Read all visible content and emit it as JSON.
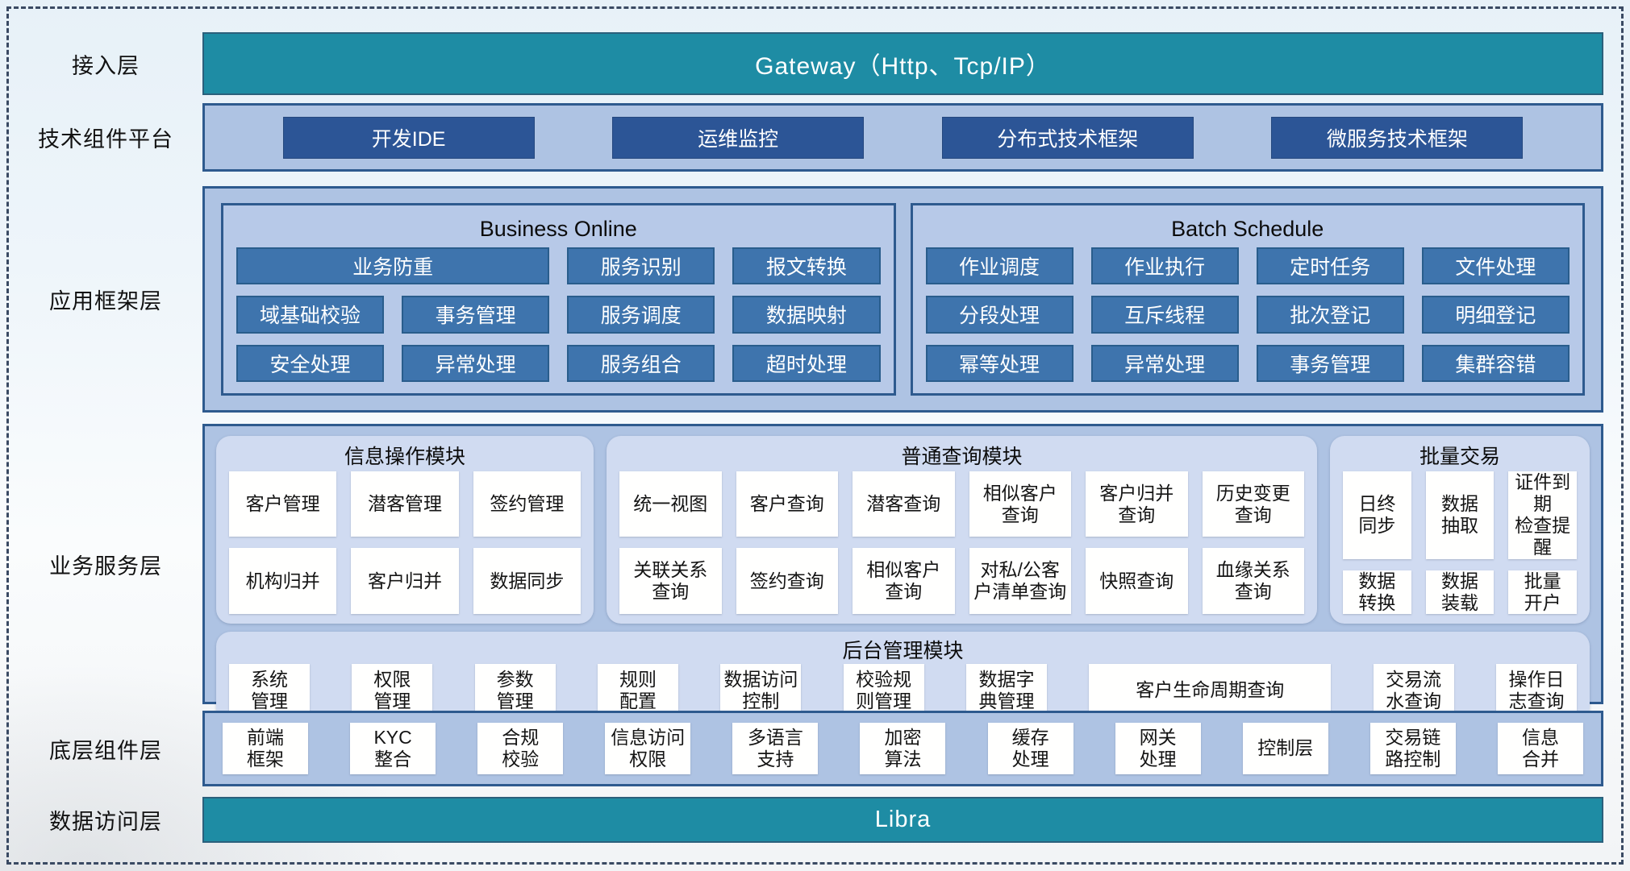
{
  "colors": {
    "teal": "#1e8ca4",
    "navy_button": "#2c5596",
    "steel_button": "#3e74ad",
    "panel_fill": "#aec3e3",
    "panel_border": "#2e5a8e",
    "subpanel_fill": "#d0dbf1"
  },
  "access": {
    "label": "接入层",
    "gateway": "Gateway（Http、Tcp/IP）"
  },
  "tech": {
    "label": "技术组件平台",
    "buttons": [
      "开发IDE",
      "运维监控",
      "分布式技术框架",
      "微服务技术框架"
    ]
  },
  "appframe": {
    "label": "应用框架层",
    "online": {
      "title": "Business Online",
      "r1": [
        "业务防重",
        "服务识别",
        "报文转换"
      ],
      "r2": [
        "域基础校验",
        "事务管理",
        "服务调度",
        "数据映射"
      ],
      "r3": [
        "安全处理",
        "异常处理",
        "服务组合",
        "超时处理"
      ]
    },
    "batch": {
      "title": "Batch Schedule",
      "r1": [
        "作业调度",
        "作业执行",
        "定时任务",
        "文件处理"
      ],
      "r2": [
        "分段处理",
        "互斥线程",
        "批次登记",
        "明细登记"
      ],
      "r3": [
        "幂等处理",
        "异常处理",
        "事务管理",
        "集群容错"
      ]
    }
  },
  "bizservice": {
    "label": "业务服务层",
    "info_ops": {
      "title": "信息操作模块",
      "r1": [
        "客户管理",
        "潜客管理",
        "签约管理"
      ],
      "r2": [
        "机构归并",
        "客户归并",
        "数据同步"
      ]
    },
    "query": {
      "title": "普通查询模块",
      "r1": [
        "统一视图",
        "客户查询",
        "潜客查询",
        "相似客户\n查询",
        "客户归并\n查询",
        "历史变更\n查询"
      ],
      "r2": [
        "关联关系\n查询",
        "签约查询",
        "相似客户\n查询",
        "对私/公客\n户清单查询",
        "快照查询",
        "血缘关系\n查询"
      ]
    },
    "batch_trade": {
      "title": "批量交易",
      "r1": [
        "日终\n同步",
        "数据\n抽取",
        "证件到期\n检查提醒"
      ],
      "r2": [
        "数据\n转换",
        "数据\n装载",
        "批量\n开户"
      ]
    },
    "admin": {
      "title": "后台管理模块",
      "items": [
        "系统\n管理",
        "权限\n管理",
        "参数\n管理",
        "规则\n配置",
        "数据访问\n控制",
        "校验规\n则管理",
        "数据字\n典管理",
        "客户生命周期查询",
        "交易流\n水查询",
        "操作日\n志查询"
      ]
    }
  },
  "foundation": {
    "label": "底层组件层",
    "items": [
      "前端\n框架",
      "KYC\n整合",
      "合规\n校验",
      "信息访问\n权限",
      "多语言\n支持",
      "加密\n算法",
      "缓存\n处理",
      "网关\n处理",
      "控制层",
      "交易链\n路控制",
      "信息\n合并"
    ]
  },
  "dataaccess": {
    "label": "数据访问层",
    "bar": "Libra"
  }
}
